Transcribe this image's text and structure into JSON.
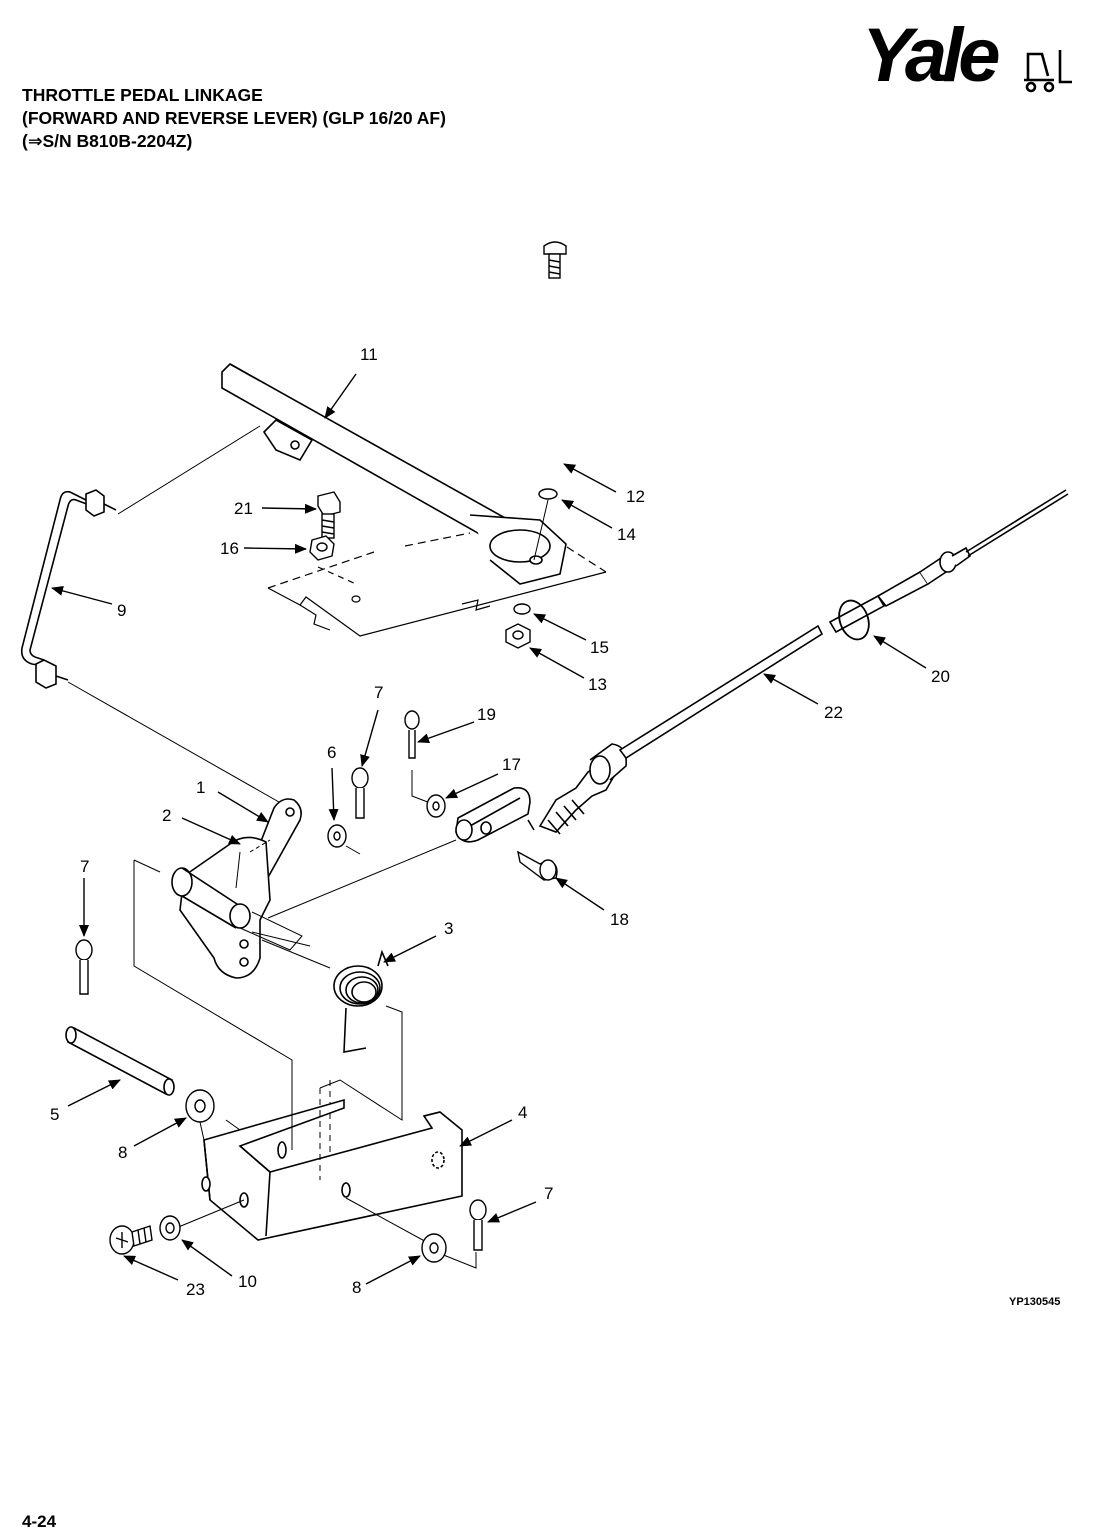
{
  "header": {
    "title_lines": [
      "THROTTLE PEDAL LINKAGE",
      "(FORWARD AND REVERSE LEVER) (GLP 16/20 AF)",
      "(⇒S/N B810B-2204Z)"
    ],
    "logo": {
      "text": "Yale",
      "icon": "forklift-logo-icon"
    }
  },
  "diagram": {
    "callouts": {
      "c1": "1",
      "c2": "2",
      "c3": "3",
      "c4": "4",
      "c5": "5",
      "c6": "6",
      "c7a": "7",
      "c7b": "7",
      "c7c": "7",
      "c8a": "8",
      "c8b": "8",
      "c9": "9",
      "c10": "10",
      "c11": "11",
      "c12": "12",
      "c13": "13",
      "c14": "14",
      "c15": "15",
      "c16": "16",
      "c17": "17",
      "c18": "18",
      "c19": "19",
      "c20": "20",
      "c21": "21",
      "c22": "22",
      "c23": "23"
    },
    "figure_code": "YP130545"
  },
  "footer": {
    "page_number": "4-24"
  },
  "colors": {
    "ink": "#000000",
    "paper": "#ffffff"
  }
}
